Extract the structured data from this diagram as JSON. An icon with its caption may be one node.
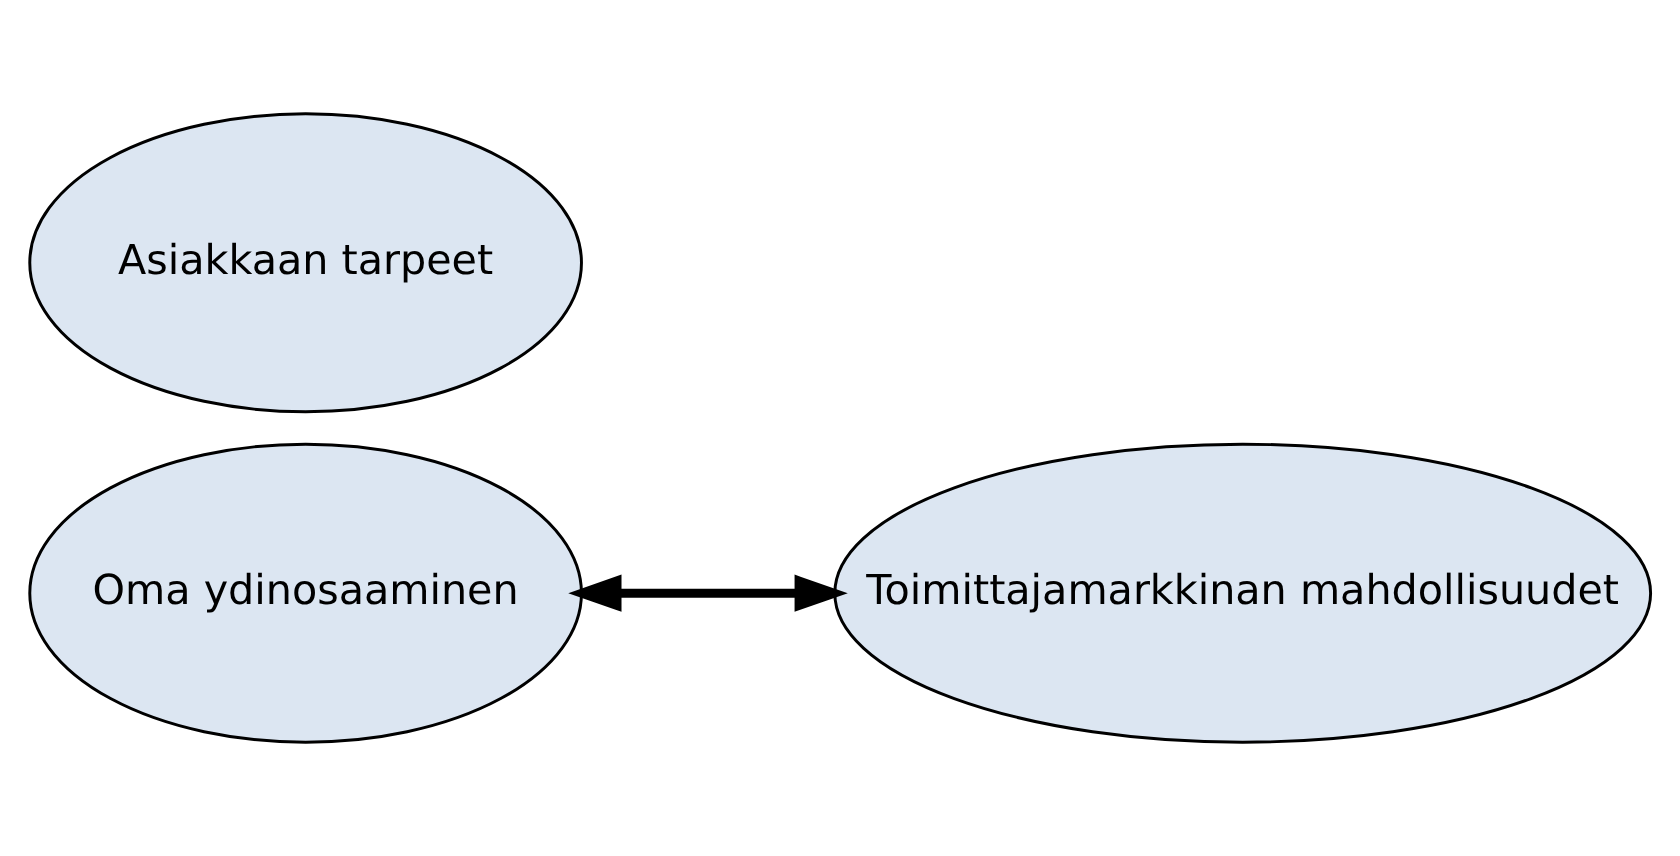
{
  "diagram": {
    "nodes": [
      {
        "text": [
          "Asiakkaan tarpeet"
        ]
      },
      {
        "text": [
          "Toimittajamarkkinan mahdollisuudet"
        ]
      },
      {
        "text": [
          "Oma ydinosaaminen"
        ]
      }
    ],
    "edges": [
      {
        "from": 2,
        "to": 1,
        "arrow": "both"
      }
    ]
  }
}
